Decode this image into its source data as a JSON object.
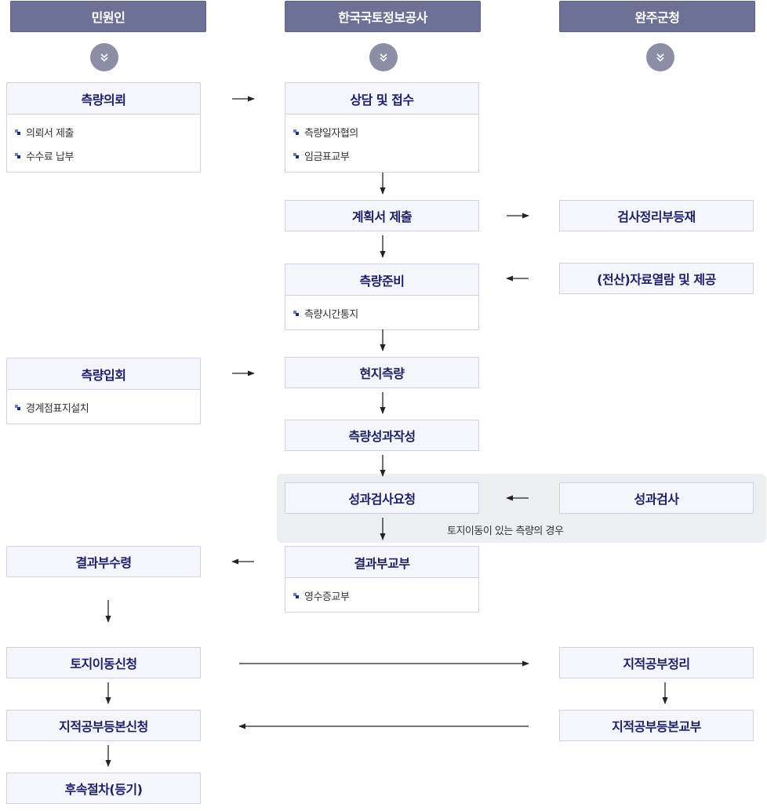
{
  "headers": {
    "civil": "민원인",
    "lx": "한국국토정보공사",
    "county": "완주군청"
  },
  "boxes": {
    "request": {
      "title": "측량의뢰",
      "items": [
        "의뢰서 제출",
        "수수료 납부"
      ]
    },
    "consult": {
      "title": "상담 및 접수",
      "items": [
        "측량일자협의",
        "임금표교부"
      ]
    },
    "plan": {
      "title": "계획서 제출"
    },
    "inspect_register": {
      "title": "검사정리부등재"
    },
    "prepare": {
      "title": "측량준비",
      "items": [
        "측량시간통지"
      ]
    },
    "provide": {
      "title": "(전산)자료열람 및 제공"
    },
    "attend": {
      "title": "측량입회",
      "items": [
        "경계점표지설치"
      ]
    },
    "field": {
      "title": "현지측량"
    },
    "result_make": {
      "title": "측량성과작성"
    },
    "inspect_request": {
      "title": "성과검사요청"
    },
    "inspect": {
      "title": "성과검사"
    },
    "receive": {
      "title": "결과부수령"
    },
    "deliver": {
      "title": "결과부교부",
      "items": [
        "영수증교부"
      ]
    },
    "move_apply": {
      "title": "토지이동신청"
    },
    "cadastre_arrange": {
      "title": "지적공부정리"
    },
    "copy_apply": {
      "title": "지적공부등본신청"
    },
    "copy_issue": {
      "title": "지적공부등본교부"
    },
    "follow": {
      "title": "후속절차(등기)"
    }
  },
  "note": "토지이동이 있는 측량의 경우",
  "colors": {
    "header_bg": "#6e7196",
    "box_title_bg": "#f5f6fc",
    "box_border": "#cfd2e6",
    "title_text": "#1e2166",
    "highlight_bg": "#eceef2"
  }
}
